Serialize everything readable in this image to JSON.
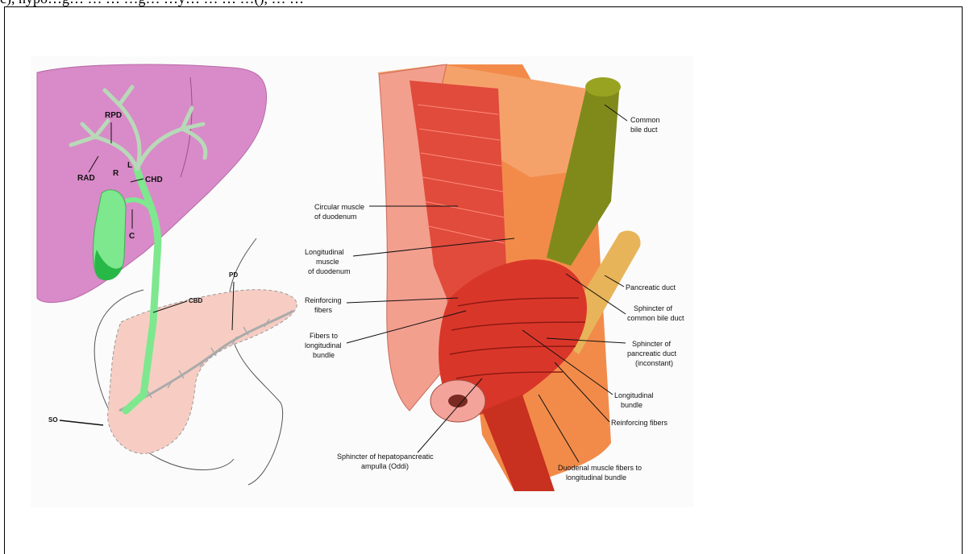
{
  "header": {
    "clipped_text": "c), hypo…g… … … …g… …y… … … …(), … …"
  },
  "left_panel": {
    "labels": {
      "rpd": "RPD",
      "rad": "RAD",
      "r": "R",
      "l": "L",
      "chd": "CHD",
      "c": "C",
      "cbd": "CBD",
      "pd": "PD",
      "so": "SO"
    }
  },
  "right_panel": {
    "labels": {
      "common_bile_duct_1": "Common",
      "common_bile_duct_2": "bile duct",
      "circular_muscle_1": "Circular muscle",
      "circular_muscle_2": "of duodenum",
      "longitudinal_muscle_1": "Longitudinal",
      "longitudinal_muscle_2": "muscle",
      "longitudinal_muscle_3": "of duodenum",
      "reinforcing_fibers_left_1": "Reinforcing",
      "reinforcing_fibers_left_2": "fibers",
      "fibers_to_bundle_1": "Fibers to",
      "fibers_to_bundle_2": "longitudinal",
      "fibers_to_bundle_3": "bundle",
      "pancreatic_duct": "Pancreatic duct",
      "sphincter_cbd_1": "Sphincter of",
      "sphincter_cbd_2": "common bile duct",
      "sphincter_pd_1": "Sphincter of",
      "sphincter_pd_2": "pancreatic duct",
      "sphincter_pd_3": "(inconstant)",
      "longitudinal_bundle_1": "Longitudinal",
      "longitudinal_bundle_2": "bundle",
      "reinforcing_fibers_right": "Reinforcing fibers",
      "oddi_1": "Sphincter of hepatopancreatic",
      "oddi_2": "ampulla (Oddi)",
      "duodenal_fibers_1": "Duodenal muscle fibers to",
      "duodenal_fibers_2": "longitudinal bundle"
    }
  },
  "colors": {
    "liver": "#d98ac8",
    "bile_ducts": "#7ee88f",
    "pancreas": "#f7cdc3",
    "duodenum_wall": "#f39f8e",
    "muscle": "#d9362a",
    "bile_duct_tube": "#7f8a1a",
    "pancreatic_duct_tube": "#e8b45a",
    "orange_tissue": "#f28b4a"
  }
}
